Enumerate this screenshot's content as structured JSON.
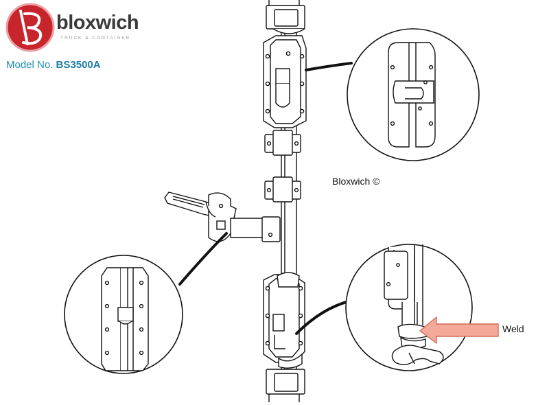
{
  "brand": {
    "name": "bloxwich",
    "tagline": "TRUCK & CONTAINER",
    "logo_color": "#c8242b"
  },
  "model": {
    "label": "Model No.",
    "number": "BS3500A",
    "color": "#1b8fb0"
  },
  "labels": {
    "copyright": "Bloxwich ©",
    "weld": "Weld"
  },
  "colors": {
    "line": "#111111",
    "arrow_fill": "#f4a99a",
    "arrow_stroke": "#d26a55"
  }
}
